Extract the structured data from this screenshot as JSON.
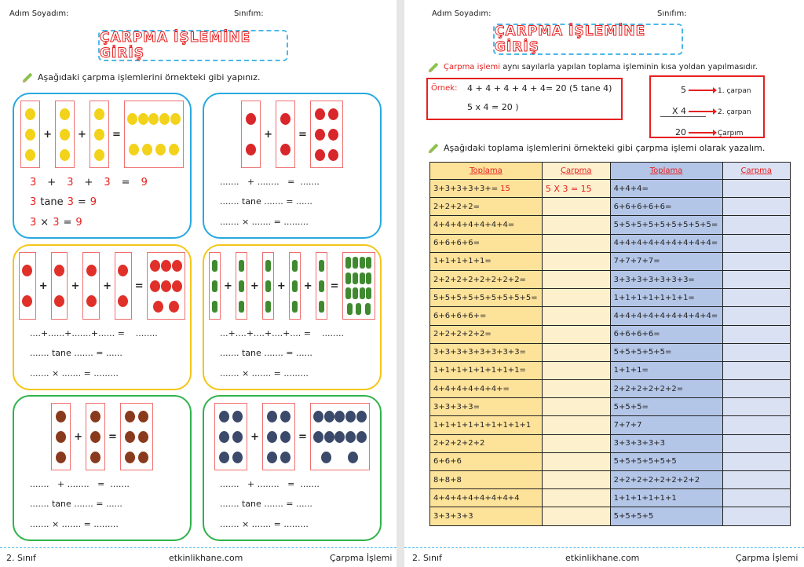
{
  "header": {
    "name_label": "Adım Soyadım:",
    "class_label": "Sınıfım:",
    "title": "ÇARPMA İŞLEMİNE GİRİŞ"
  },
  "left": {
    "instruction": "Aşağıdaki çarpma işlemlerini örnekteki gibi yapınız.",
    "example": {
      "sum": [
        "3",
        "+",
        "3",
        "+",
        "3",
        "=",
        "9"
      ],
      "tane": [
        "3",
        "tane",
        "3",
        "=",
        "9"
      ],
      "mult": [
        "3",
        "×",
        "3",
        "=",
        "9"
      ]
    },
    "blank_sum_2": ".......   + ........   =  .......",
    "blank_sum_4": "....+......+.......+...... =    ........",
    "blank_sum_5": "...+....+....+....+.... =    ........",
    "blank_tane": "....... tane ....... = ......",
    "blank_mult": "....... × ....... = .........",
    "boxes": [
      {
        "item": "pear",
        "color": "#f2d21a",
        "groups": [
          3,
          3,
          3
        ],
        "result": 9
      },
      {
        "item": "strawberry",
        "color": "#d9262a",
        "groups": [
          2,
          2
        ],
        "result": 6
      },
      {
        "item": "apple",
        "color": "#e0302a",
        "groups": [
          2,
          2,
          2,
          2
        ],
        "result": 8
      },
      {
        "item": "cactus",
        "color": "#3f8a2f",
        "groups": [
          3,
          3,
          3,
          3,
          3
        ],
        "result": 15
      },
      {
        "item": "violin",
        "color": "#8a3a1c",
        "groups": [
          3,
          3
        ],
        "result": 6
      },
      {
        "item": "bird",
        "color": "#3b4a6b",
        "groups": [
          6,
          6
        ],
        "result": 12
      }
    ]
  },
  "right": {
    "definition_red": "Çarpma işlemi",
    "definition_rest": " aynı sayılarla yapılan toplama işleminin kısa yoldan yapılmasıdır.",
    "example_label": "Örnek:",
    "example_line1": "4 + 4 + 4 + 4 + 4= 20  (5 tane 4)",
    "example_line2": "5  x  4 = 20  )",
    "factors": [
      {
        "value": "5",
        "label": "1. çarpan"
      },
      {
        "value": "X   4",
        "label": "2. çarpan"
      },
      {
        "value": "20",
        "label": "Çarpım"
      }
    ],
    "instruction": "Aşağıdaki toplama işlemlerini örnekteki gibi çarpma işlemi olarak yazalım.",
    "table": {
      "headers": [
        "Toplama",
        "Çarpma",
        "Toplama",
        "Çarpma"
      ],
      "rows": [
        [
          "3+3+3+3+3+=",
          "5 X 3 = 15",
          "4+4+4="
        ],
        [
          "2+2+2+2=",
          "",
          "6+6+6+6+6="
        ],
        [
          "4+4+4+4+4+4+4=",
          "",
          "5+5+5+5+5+5+5+5+5="
        ],
        [
          "6+6+6+6=",
          "",
          "4+4+4+4+4+4+4+4+4="
        ],
        [
          "1+1+1+1+1=",
          "",
          "7+7+7+7="
        ],
        [
          "2+2+2+2+2+2+2+2=",
          "",
          "3+3+3+3+3+3+3="
        ],
        [
          "5+5+5+5+5+5+5+5+5=",
          "",
          "1+1+1+1+1+1+1="
        ],
        [
          "6+6+6+6+=",
          "",
          "4+4+4+4+4+4+4+4+4="
        ],
        [
          "2+2+2+2+2=",
          "",
          "6+6+6+6="
        ],
        [
          "3+3+3+3+3+3+3+3=",
          "",
          "5+5+5+5+5="
        ],
        [
          "1+1+1+1+1+1+1+1=",
          "",
          "1+1+1="
        ],
        [
          "4+4+4+4+4+4+=",
          "",
          "2+2+2+2+2+2="
        ],
        [
          "3+3+3+3=",
          "",
          "5+5+5="
        ],
        [
          "1+1+1+1+1+1+1+1+1",
          "",
          "7+7+7"
        ],
        [
          "2+2+2+2+2",
          "",
          "3+3+3+3+3"
        ],
        [
          "6+6+6",
          "",
          "5+5+5+5+5+5"
        ],
        [
          "8+8+8",
          "",
          "2+2+2+2+2+2+2+2"
        ],
        [
          "4+4+4+4+4+4+4+4",
          "",
          "1+1+1+1+1+1"
        ],
        [
          "3+3+3+3",
          "",
          "5+5+5+5"
        ]
      ],
      "first_answer_red": "15"
    }
  },
  "footer": {
    "grade": "2. Sınıf",
    "site": "etkinlikhane.com",
    "topic": "Çarpma İşlemi"
  }
}
